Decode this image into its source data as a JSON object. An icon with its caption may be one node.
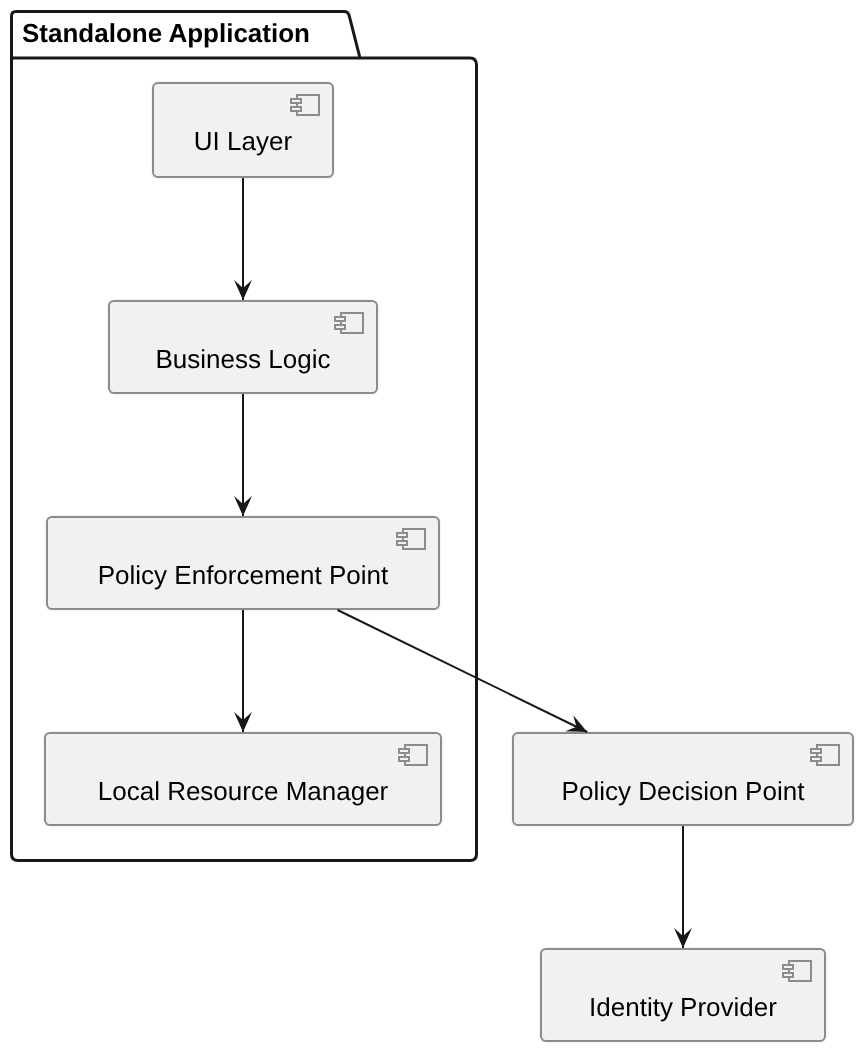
{
  "diagram": {
    "nodes": [
      {
        "text": [
          "Standalone Application"
        ]
      },
      {
        "text": [
          "UI Layer"
        ],
        "in": 0
      },
      {
        "text": [
          "Business Logic"
        ],
        "in": 0
      },
      {
        "text": [
          "Policy Enforcement Point"
        ],
        "in": 0
      },
      {
        "text": [
          "Local Resource Manager"
        ],
        "in": 0
      },
      {
        "text": [
          "Policy Decision Point"
        ]
      },
      {
        "text": [
          "Identity Provider"
        ]
      }
    ],
    "edges": [
      {
        "from": 1,
        "to": 2,
        "arrow": "to"
      },
      {
        "from": 2,
        "to": 3,
        "arrow": "to"
      },
      {
        "from": 3,
        "to": 4,
        "arrow": "to"
      },
      {
        "from": 3,
        "to": 5,
        "arrow": "to"
      },
      {
        "from": 5,
        "to": 6,
        "arrow": "to"
      }
    ]
  }
}
